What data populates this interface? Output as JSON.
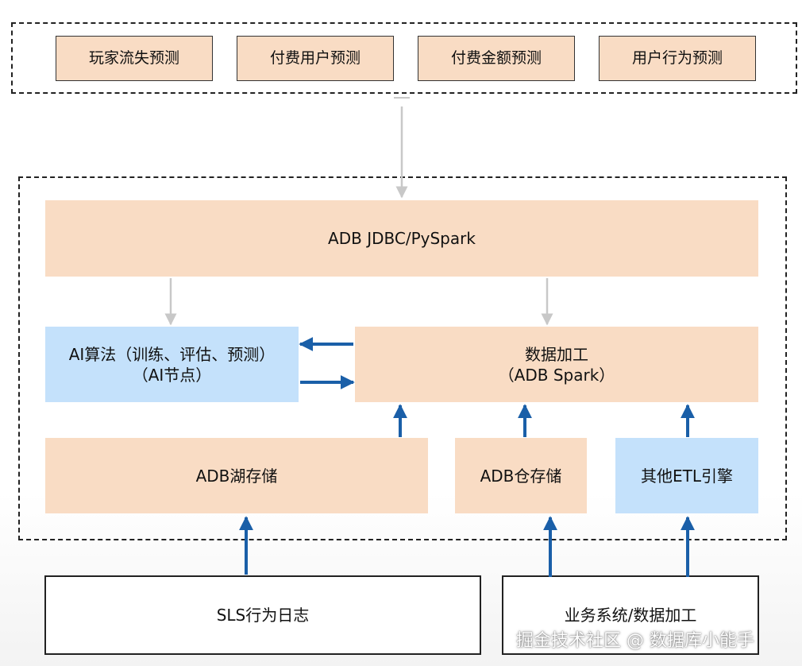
{
  "predictions": {
    "churn": "玩家流失预测",
    "paying_users": "付费用户预测",
    "payment_amount": "付费金额预测",
    "user_behavior": "用户行为预测"
  },
  "platform": {
    "access_layer": "ADB JDBC/PySpark",
    "ai_algorithm": {
      "line1": "AI算法（训练、评估、预测）",
      "line2": "（AI节点）"
    },
    "data_processing": {
      "line1": "数据加工",
      "line2": "（ADB Spark）"
    },
    "lake_storage": "ADB湖存储",
    "warehouse_storage": "ADB仓存储",
    "etl_engines": "其他ETL引擎"
  },
  "sources": {
    "sls_logs": "SLS行为日志",
    "business_systems": "业务系统/数据加工"
  },
  "watermark": "掘金技术社区 @ 数据库小能手",
  "colors": {
    "peach": "#f9dcc4",
    "blue": "#c4e1fb",
    "arrow_blue": "#1a5fa8",
    "arrow_gray": "#c8c8c8"
  }
}
